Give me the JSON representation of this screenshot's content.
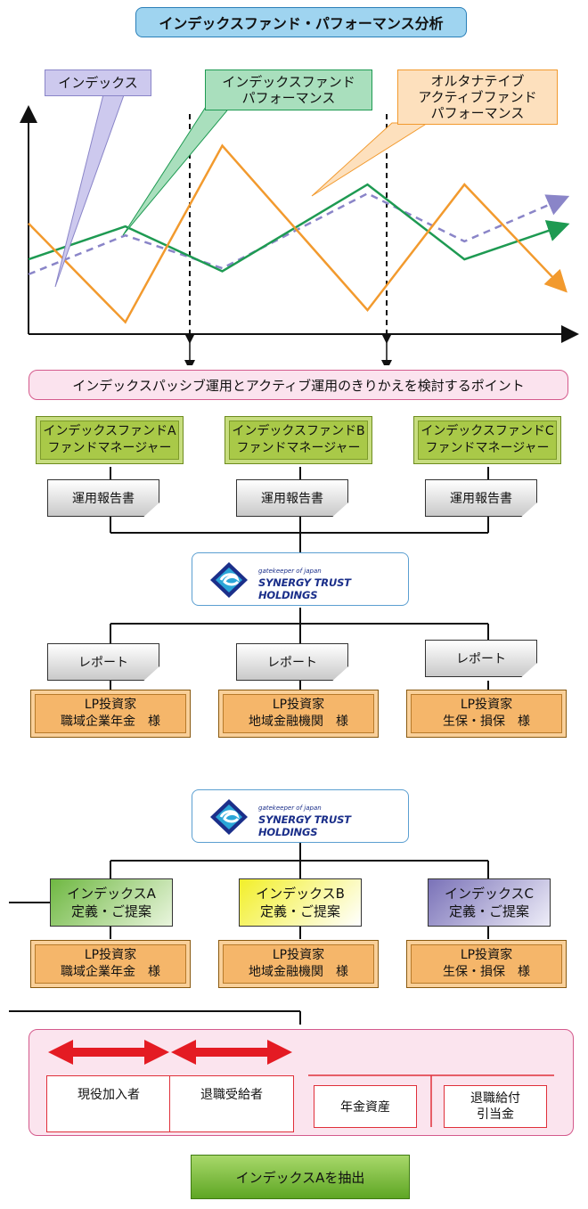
{
  "title": "インデックスファンド・パフォーマンス分析",
  "callouts": {
    "index": "インデックス",
    "index_fund_perf": "インデックスファンド\nパフォーマンス",
    "alt_active_perf": "オルタナテイブ\nアクティブファンド\nパフォーマンス"
  },
  "switch_point_label": "インデックスパッシブ運用とアクティブ運用のきりかえを検討するポイント",
  "fund_managers": [
    {
      "label": "インデックスファンドA\nファンドマネージャー"
    },
    {
      "label": "インデックスファンドB\nファンドマネージャー"
    },
    {
      "label": "インデックスファンドC\nファンドマネージャー"
    }
  ],
  "report_doc_label": "運用報告書",
  "logo": {
    "tagline": "gatekeeper of japan",
    "name": "SYNERGY TRUST HOLDINGS"
  },
  "report_label": "レポート",
  "lp_investors": [
    {
      "label": "LP投資家\n職域企業年金　様"
    },
    {
      "label": "LP投資家\n地域金融機関　様"
    },
    {
      "label": "LP投資家\n生保・損保　様"
    }
  ],
  "index_proposals": [
    {
      "label": "インデックスA\n定義・ご提案"
    },
    {
      "label": "インデックスB\n定義・ご提案"
    },
    {
      "label": "インデックスC\n定義・ご提案"
    }
  ],
  "bottom_panel": {
    "current_members": "現役加入者",
    "retirees": "退職受給者",
    "pension_assets": "年金資産",
    "retirement_reserve": "退職給付\n引当金"
  },
  "extract_label": "インデックスAを抽出",
  "colors": {
    "index_line": "#8a85c8",
    "index_fund_line": "#1e9a52",
    "alt_active_line": "#f29a2e",
    "title_bg": "#9fd4f0",
    "pink_bg": "#fbe3ee",
    "fund_green": "#a9c948",
    "lp_orange": "#f5b66a",
    "arrow_red": "#e41b23"
  },
  "chart_data": {
    "type": "line",
    "x": [
      0,
      1,
      2,
      3,
      4,
      5,
      6,
      7,
      8,
      9,
      10,
      11
    ],
    "series": [
      {
        "name": "インデックス",
        "values": [
          2.0,
          null,
          3.3,
          null,
          2.2,
          null,
          null,
          4.7,
          null,
          3.1,
          null,
          4.5
        ]
      },
      {
        "name": "インデックスファンドパフォーマンス",
        "values": [
          2.5,
          null,
          3.6,
          null,
          2.1,
          null,
          null,
          5.0,
          null,
          2.5,
          null,
          3.6
        ]
      },
      {
        "name": "オルタナテイブアクティブファンドパフォーマンス",
        "values": [
          3.7,
          null,
          0.4,
          null,
          6.3,
          null,
          null,
          0.8,
          null,
          5.0,
          null,
          1.6
        ]
      }
    ],
    "xlabel": "",
    "ylabel": "",
    "grid": false
  }
}
